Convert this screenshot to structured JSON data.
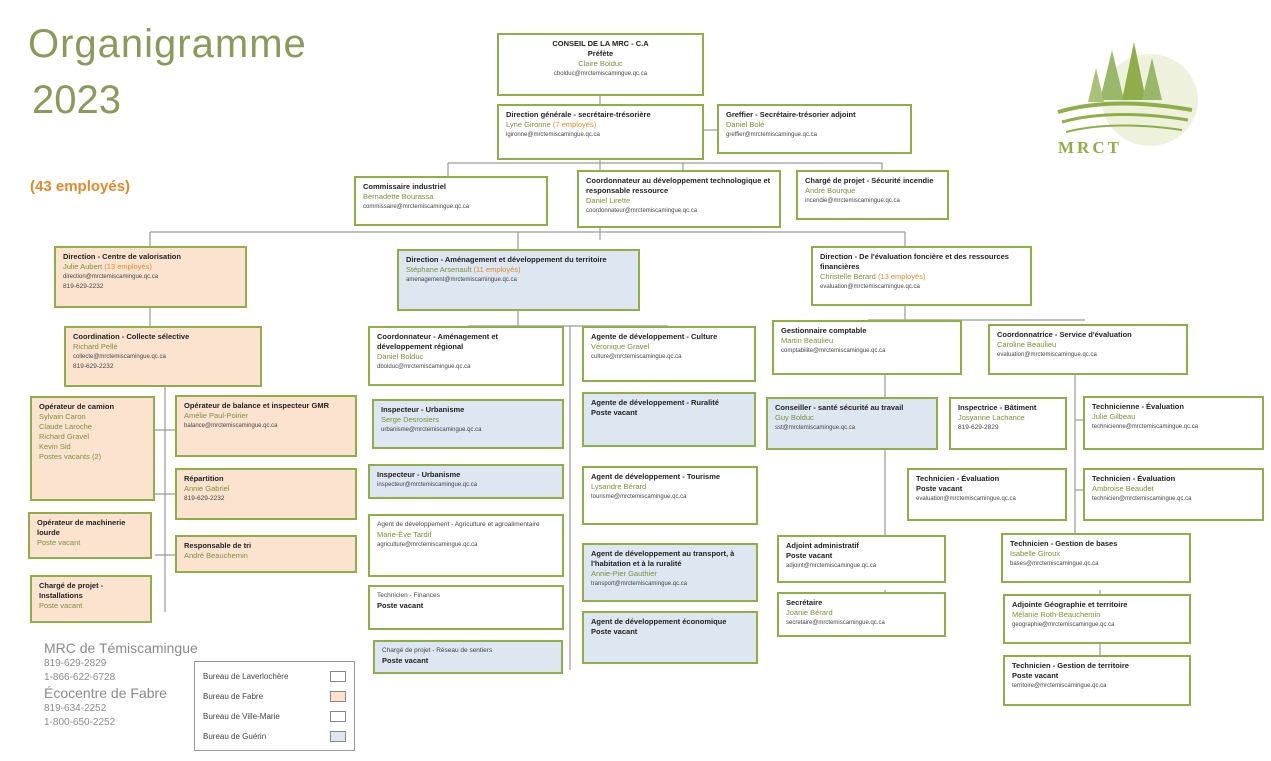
{
  "header": {
    "title": "Organigramme",
    "year": "2023",
    "count": "(43 employés)"
  },
  "logo": {
    "text": "MRCT"
  },
  "colors": {
    "green": "#8fae4a",
    "peach": "#fbe3cf",
    "blue": "#dde6f1",
    "orange": "#e08a2e"
  },
  "boxes": [
    {
      "id": "b0",
      "title": "CONSEIL DE LA MRC - C.A",
      "t2": "Préfète",
      "name": "Claire Bolduc",
      "email": "cbolduc@mrctemiscamingue.qc.ca"
    },
    {
      "id": "b1",
      "title": "Direction générale - secrétaire-trésorière",
      "name": "Lyne Gironne",
      "note": "(7 employés)",
      "email": "lgironne@mrctemiscamingue.qc.ca"
    },
    {
      "id": "b2",
      "title": "Greffier - Secrétaire-trésorier adjoint",
      "name": "Daniel Bolé",
      "email": "greffier@mrctemiscamingue.qc.ca"
    },
    {
      "id": "b3",
      "title": "Commissaire industriel",
      "name": "Bernadette Bourassa",
      "email": "commissaire@mrctemiscamingue.qc.ca"
    },
    {
      "id": "b4",
      "title": "Coordonnateur au développement technologique et responsable ressource",
      "name": "Daniel Lirette",
      "email": "coordonnateur@mrctemiscamingue.qc.ca"
    },
    {
      "id": "b5",
      "title": "Chargé de projet - Sécurité incendie",
      "name": "André Bourque",
      "email": "incendie@mrctemiscamingue.qc.ca"
    },
    {
      "id": "b6",
      "title": "Direction - Centre de valorisation",
      "name": "Julie Aubert",
      "note": "(13 employés)",
      "email": "direction@mrctemiscamingue.qc.ca",
      "phone": "819-629-2232"
    },
    {
      "id": "b7",
      "title": "Direction - Aménagement et développement du territoire",
      "name": "Stéphane Arsenault",
      "note": "(11 employés)",
      "email": "amenagement@mrctemiscamingue.qc.ca"
    },
    {
      "id": "b8",
      "title": "Direction - De l'évaluation foncière et des ressources financières",
      "name": "Christelle Bérard",
      "note": "(13 employés)",
      "email": "evaluation@mrctemiscamingue.qc.ca"
    },
    {
      "id": "b9",
      "title": "Coordination - Collecte sélective",
      "name": "Richard Pellé",
      "email": "collecte@mrctemiscamingue.qc.ca",
      "phone": "819-629-2232"
    },
    {
      "id": "b10",
      "title": "Coordonnateur - Aménagement et développement régional",
      "name": "Daniel Bolduc",
      "email": "dbolduc@mrctemiscamingue.qc.ca"
    },
    {
      "id": "b11",
      "title": "Agente de développement - Culture",
      "name": "Véronique Gravel",
      "email": "culture@mrctemiscamingue.qc.ca"
    },
    {
      "id": "b12",
      "title": "Gestionnaire comptable",
      "name": "Martin Beaulieu",
      "email": "comptabilite@mrctemiscamingue.qc.ca"
    },
    {
      "id": "b13",
      "title": "Coordonnatrice - Service d'évaluation",
      "name": "Caroline Beaulieu",
      "email": "evaluation@mrctemiscamingue.qc.ca"
    },
    {
      "id": "b14",
      "title": "Opérateur de camion",
      "names": [
        "Sylvain Caron",
        "Claude Laroche",
        "Richard Gravel",
        "Kevin Sid",
        "Postes vacants (2)"
      ]
    },
    {
      "id": "b15",
      "title": "Opérateur de balance et inspecteur GMR",
      "name": "Amélie Paul-Poirier",
      "email": "balance@mrctemiscamingue.qc.ca"
    },
    {
      "id": "b16",
      "title": "Inspecteur - Urbanisme",
      "name": "Serge Desrosiers",
      "email": "urbanisme@mrctemiscamingue.qc.ca"
    },
    {
      "id": "b17",
      "title": "Agente de développement - Ruralité",
      "vacant": "Poste vacant"
    },
    {
      "id": "b18",
      "title": "Conseiller - santé sécurité au travail",
      "name": "Guy Bolduc",
      "email": "sst@mrctemiscamingue.qc.ca"
    },
    {
      "id": "b19",
      "title": "Inspectrice - Bâtiment",
      "name": "Josyanne Lachance",
      "phone": "819-629-2829"
    },
    {
      "id": "b20",
      "title": "Technicienne - Évaluation",
      "name": "Julie Gilbeau",
      "email": "technicienne@mrctemiscamingue.qc.ca"
    },
    {
      "id": "b21",
      "title": "Répartition",
      "name": "Annie Gabriel",
      "phone": "819-629-2232"
    },
    {
      "id": "b22",
      "title": "Inspecteur - Urbanisme",
      "email": "inspecteur@mrctemiscamingue.qc.ca"
    },
    {
      "id": "b23",
      "title": "Agent de développement - Tourisme",
      "name": "Lysandre Bérard",
      "email": "tourisme@mrctemiscamingue.qc.ca"
    },
    {
      "id": "b24",
      "title": "Technicien - Évaluation",
      "vacant": "Poste vacant",
      "email": "evaluation@mrctemiscamingue.qc.ca"
    },
    {
      "id": "b25",
      "title": "Technicien - Évaluation",
      "name": "Ambroise Beaudet",
      "email": "technicien@mrctemiscamingue.qc.ca"
    },
    {
      "id": "b26",
      "title": "Opérateur de machinerie lourde",
      "vacant": "Poste vacant"
    },
    {
      "id": "b27",
      "title": "Responsable de tri",
      "name": "André Beauchemin"
    },
    {
      "id": "b28",
      "title": "Agent de développement - Agriculture et agroalimentaire",
      "name": "Marie-Ève Tardif",
      "email": "agriculture@mrctemiscamingue.qc.ca"
    },
    {
      "id": "b29",
      "title": "Agent de développement au transport, à l'habitation et à la ruralité",
      "name": "Annie-Pier Gauthier",
      "email": "transport@mrctemiscamingue.qc.ca"
    },
    {
      "id": "b30",
      "title": "Adjoint administratif",
      "vacant": "Poste vacant",
      "email": "adjoint@mrctemiscamingue.qc.ca"
    },
    {
      "id": "b31",
      "title": "Technicien - Gestion de bases",
      "name": "Isabelle Giroux",
      "email": "bases@mrctemiscamingue.qc.ca"
    },
    {
      "id": "b32",
      "title": "Chargé de projet - Installations",
      "vacant": "Poste vacant"
    },
    {
      "id": "b33",
      "title": "Technicien - Finances",
      "vacant": "Poste vacant"
    },
    {
      "id": "b34",
      "title": "Agent de développement économique",
      "vacant": "Poste vacant"
    },
    {
      "id": "b35",
      "title": "Secrétaire",
      "name": "Joanie Bérard",
      "email": "secretaire@mrctemiscamingue.qc.ca"
    },
    {
      "id": "b36",
      "title": "Adjointe Géographie et territoire",
      "name": "Mélanie Roth-Beauchemin",
      "email": "geographie@mrctemiscamingue.qc.ca"
    },
    {
      "id": "b37",
      "title": "Chargé de projet - Réseau de sentiers",
      "vacant": "Poste vacant"
    },
    {
      "id": "b38",
      "title": "Technicien - Gestion de territoire",
      "vacant": "Poste vacant",
      "email": "territoire@mrctemiscamingue.qc.ca"
    }
  ],
  "address": {
    "org1": "MRC de Témiscamingue",
    "ph1": "819-629-2829",
    "ph2": "1-866-622-6728",
    "org2": "Écocentre de Fabre",
    "ph3": "819-634-2252",
    "ph4": "1-800-650-2252"
  },
  "legend": [
    {
      "label": "Bureau de Laverlochère",
      "color": "#ffffff"
    },
    {
      "label": "Bureau de Fabre",
      "color": "#fbe3cf"
    },
    {
      "label": "Bureau de Ville-Marie",
      "color": "#ffffff"
    },
    {
      "label": "Bureau de Guérin",
      "color": "#dde6f1"
    }
  ]
}
